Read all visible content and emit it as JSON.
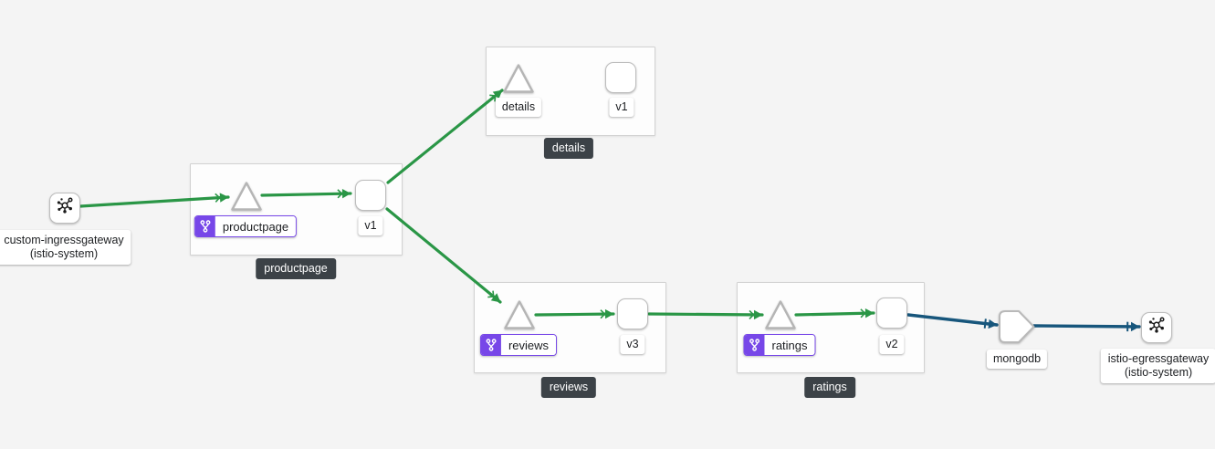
{
  "background": "#f4f4f4",
  "palette": {
    "edge_http": "#2a9646",
    "edge_tcp": "#17567c",
    "app_badge": "#7747e8",
    "caption_bg": "#3c4247"
  },
  "gateways": {
    "ingress": {
      "line1": "custom-ingressgateway",
      "line2": "(istio-system)"
    },
    "egress": {
      "line1": "istio-egressgateway",
      "line2": "(istio-system)"
    }
  },
  "groups": {
    "productpage": {
      "caption": "productpage",
      "app_label": "productpage",
      "version_label": "v1"
    },
    "details": {
      "caption": "details",
      "service_label": "details",
      "version_label": "v1"
    },
    "reviews": {
      "caption": "reviews",
      "app_label": "reviews",
      "version_label": "v3"
    },
    "ratings": {
      "caption": "ratings",
      "app_label": "ratings",
      "version_label": "v2"
    }
  },
  "external": {
    "mongodb": {
      "label": "mongodb"
    }
  },
  "edges": [
    {
      "from": "custom-ingressgateway",
      "to": "productpage",
      "protocol": "http"
    },
    {
      "from": "productpage",
      "to": "productpage-v1",
      "protocol": "http"
    },
    {
      "from": "productpage-v1",
      "to": "details",
      "protocol": "http"
    },
    {
      "from": "productpage-v1",
      "to": "reviews",
      "protocol": "http"
    },
    {
      "from": "reviews",
      "to": "reviews-v3",
      "protocol": "http"
    },
    {
      "from": "reviews-v3",
      "to": "ratings",
      "protocol": "http"
    },
    {
      "from": "ratings",
      "to": "ratings-v2",
      "protocol": "http"
    },
    {
      "from": "ratings-v2",
      "to": "mongodb",
      "protocol": "tcp"
    },
    {
      "from": "mongodb",
      "to": "istio-egressgateway",
      "protocol": "tcp"
    }
  ]
}
